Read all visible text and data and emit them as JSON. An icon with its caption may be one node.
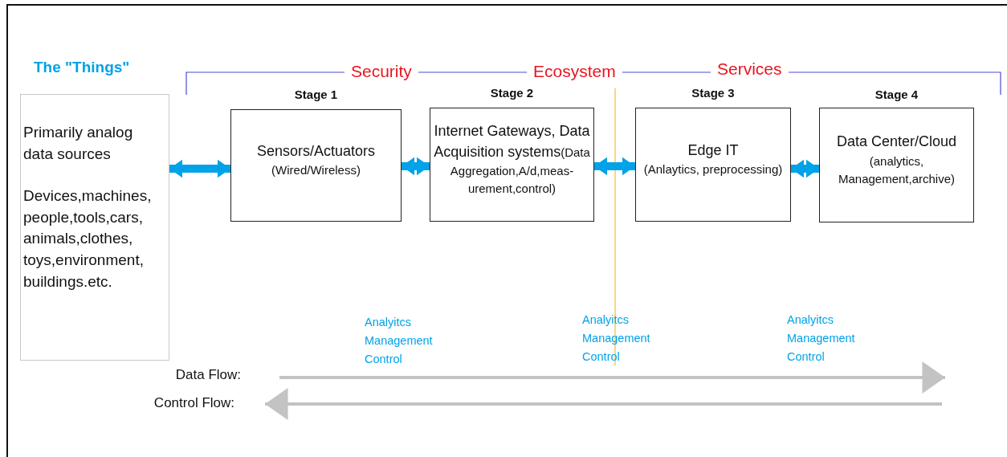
{
  "diagram": {
    "nodes": [
      {
        "text": [
          "The \"Things\"",
          "Primarily analog data sources",
          "Devices,machines, people,tools,cars, animals,clothes, toys,environment, buildings.etc."
        ]
      },
      {
        "text": [
          "Stage 1",
          "Sensors/Actuators",
          "(Wired/Wireless)"
        ]
      },
      {
        "text": [
          "Stage 2",
          "Internet Gateways, Data Acquisition systems",
          "(Data Aggregation,A/d,meas- urement,control)"
        ]
      },
      {
        "text": [
          "Stage 3",
          "Edge IT",
          "(Anlaytics, preprocessing)"
        ]
      },
      {
        "text": [
          "Stage 4",
          "Data Center/Cloud",
          "(analytics, Management,archive)"
        ]
      },
      {
        "text": [
          "Data Flow:"
        ]
      },
      {
        "text": [
          "Control Flow:"
        ]
      }
    ],
    "edges": [
      {
        "from": 0,
        "to": 1,
        "arrow": "both"
      },
      {
        "from": 1,
        "to": 2,
        "arrow": "both"
      },
      {
        "from": 2,
        "to": 3,
        "arrow": "both"
      },
      {
        "from": 3,
        "to": 4,
        "arrow": "both"
      },
      {
        "from": 5,
        "to": null,
        "arrow": "to",
        "color": "#c3c3c3"
      },
      {
        "from": null,
        "to": 6,
        "arrow": "to",
        "color": "#c3c3c3"
      }
    ],
    "labels": [
      "Security",
      "Ecosystem",
      "Services",
      "Analyitcs Management Control",
      "Analyitcs Management Control",
      "Analyitcs Management Control"
    ]
  }
}
